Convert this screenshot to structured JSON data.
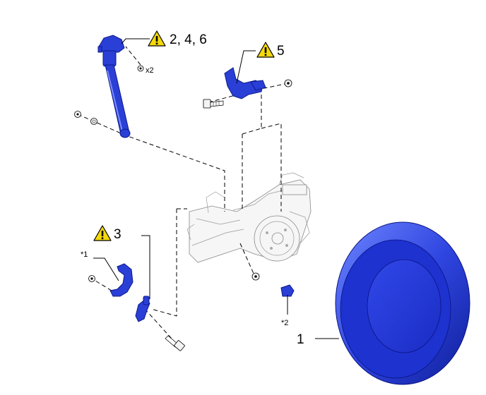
{
  "callouts": {
    "shock": "2, 4, 6",
    "bracket": "5",
    "stabilizer": "3",
    "wheel": "1"
  },
  "notes": {
    "bolt_qty": "x2",
    "ref1": "*1",
    "ref2": "*2"
  },
  "colors": {
    "part_blue": "#2a3fd6",
    "caution_yellow": "#f5d90a"
  },
  "icons": {
    "caution": "caution-triangle-icon"
  }
}
